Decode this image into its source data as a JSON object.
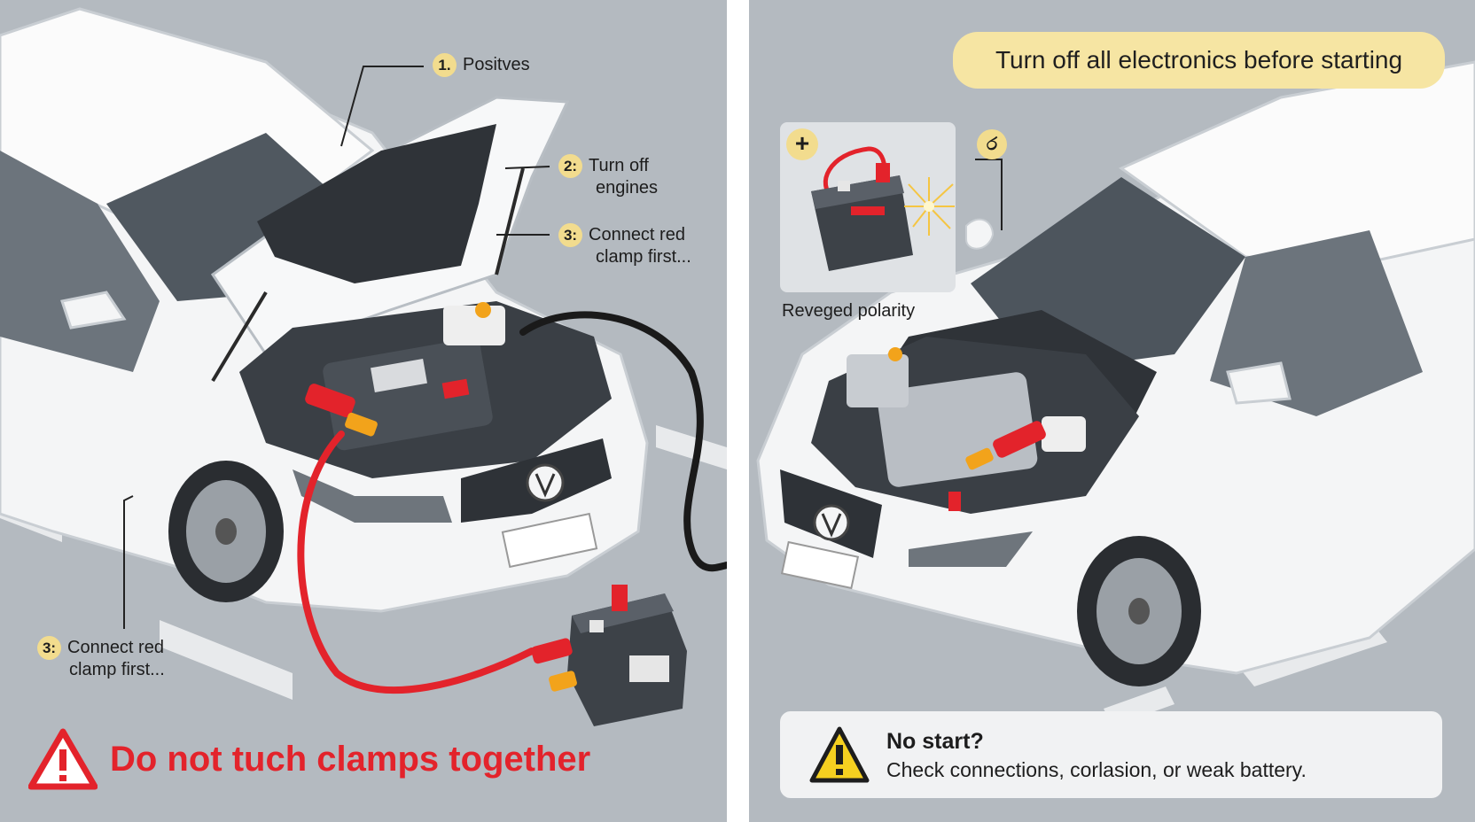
{
  "callouts": {
    "step1": {
      "badge": "1.",
      "text": "Positves"
    },
    "step2": {
      "badge": "2:",
      "line1": "Turn off",
      "line2": "engines"
    },
    "step3_hood": {
      "badge": "3:",
      "line1": "Connect red",
      "line2": "clamp first..."
    },
    "step3_side": {
      "badge": "3:",
      "line1": "Connect red",
      "line2": "clamp first..."
    }
  },
  "right_header": {
    "text": "Turn off all electronics before starting"
  },
  "inset": {
    "plus_badge": "+",
    "caption": "Reveged polarity",
    "marker": "ර"
  },
  "warning_left": {
    "text": "Do not tuch clamps together"
  },
  "info_card": {
    "title": "No start?",
    "body": "Check connections, corlasion, or weak battery."
  },
  "icons": {
    "warning_left": "warning-triangle-red-icon",
    "warning_right": "warning-triangle-yellow-icon"
  },
  "colors": {
    "background": "#b4bac0",
    "red_cable": "#e3232b",
    "badge": "#f2dc8e",
    "pill": "#f6e5a3",
    "warning_red": "#e3232b",
    "warning_yellow": "#f5d020"
  }
}
